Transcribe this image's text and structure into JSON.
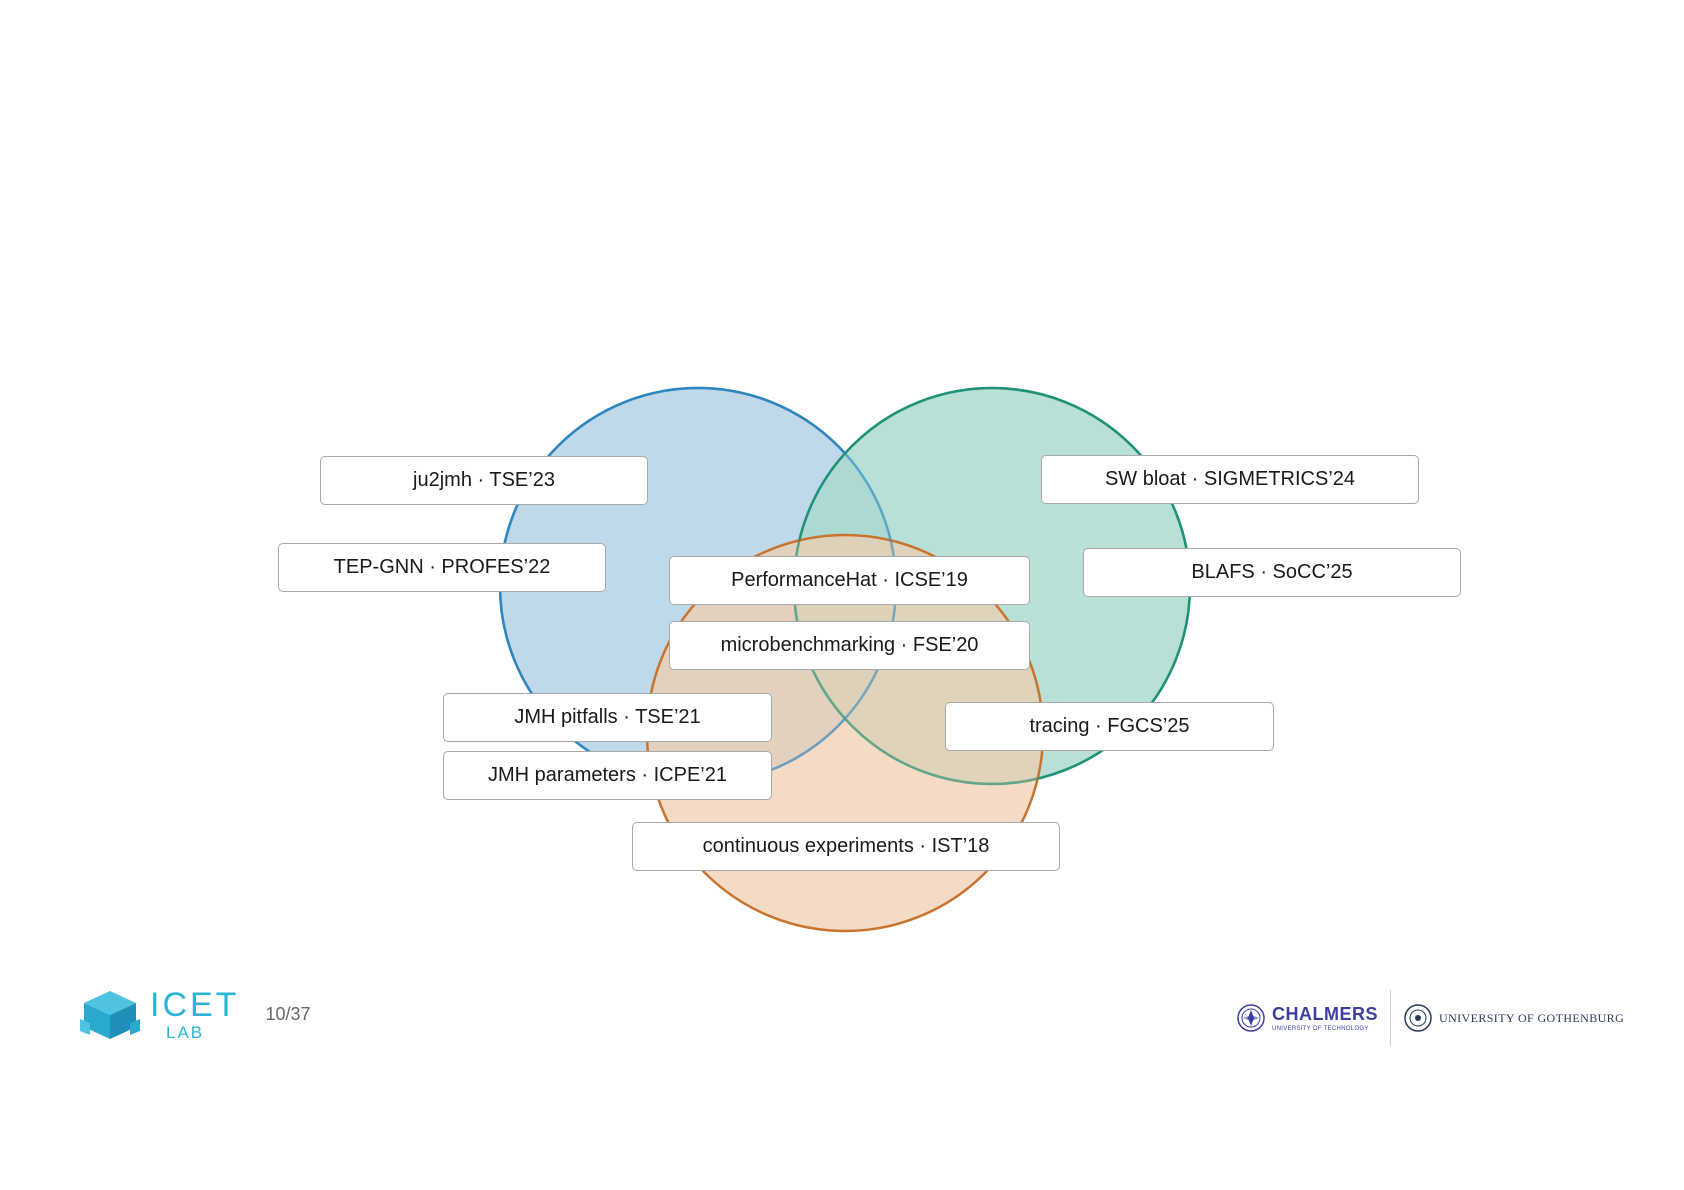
{
  "diagram": {
    "sets": [
      {
        "id": "blue",
        "fill": "#c0d9ea",
        "stroke": "#2f86bf"
      },
      {
        "id": "green",
        "fill": "#a8d9ce",
        "stroke": "#1f9278"
      },
      {
        "id": "orange",
        "fill": "#f0cdb0",
        "stroke": "#c9742e"
      }
    ],
    "publications": [
      {
        "label": "ju2jmh · TSE’23"
      },
      {
        "label": "TEP-GNN · PROFES’22"
      },
      {
        "label": "SW bloat · SIGMETRICS’24"
      },
      {
        "label": "BLAFS · SoCC’25"
      },
      {
        "label": "PerformanceHat · ICSE’19"
      },
      {
        "label": "microbenchmarking · FSE’20"
      },
      {
        "label": "JMH pitfalls · TSE’21"
      },
      {
        "label": "JMH parameters · ICPE’21"
      },
      {
        "label": "tracing · FGCS’25"
      },
      {
        "label": "continuous experiments · IST’18"
      }
    ]
  },
  "footer": {
    "icet_logo_icon": "cube-icon",
    "icet_main": "ICET",
    "icet_sub": "LAB",
    "page_number": "10/37",
    "chalmers_name": "CHALMERS",
    "chalmers_sub": "UNIVERSITY OF TECHNOLOGY",
    "gu_name": "UNIVERSITY OF GOTHENBURG"
  }
}
